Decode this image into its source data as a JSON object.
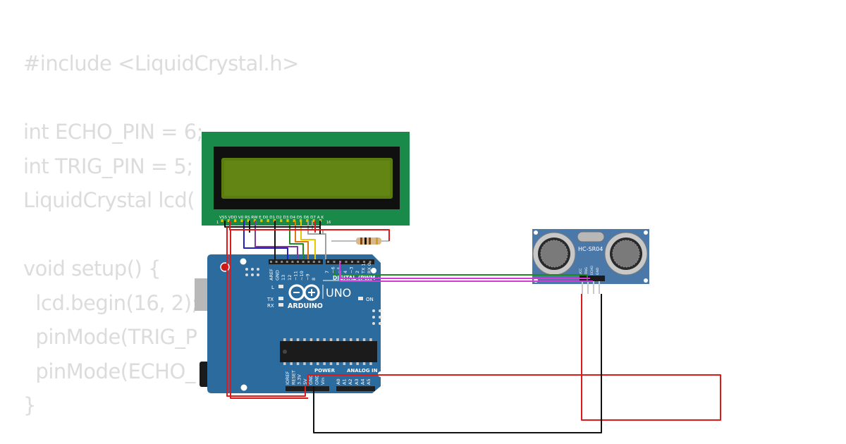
{
  "code_lines": [
    "#include <LiquidCrystal.h>",
    "",
    "int ECHO_PIN = 6;",
    "int TRIG_PIN = 5;",
    "LiquidCrystal lcd(",
    "",
    "void setup() {",
    "  lcd.begin(16, 2);",
    "  pinMode(TRIG_P",
    "  pinMode(ECHO_",
    "}"
  ],
  "lcd": {
    "pin_labels": "VSS VDD V0 RS RW E D0 D1 D2 D3 D4 D5 D6 D7 A K",
    "pin_first": "1",
    "pin_last": "16"
  },
  "sensor": {
    "model": "HC-SR04",
    "pins": [
      "VCC",
      "TRIG",
      "ECHO",
      "GND"
    ]
  },
  "arduino": {
    "brand": "ARDUINO",
    "model": "UNO",
    "digital_label": "DIGITAL (PWM ~)",
    "on_label": "ON",
    "l_label": "L",
    "tx_label": "TX",
    "rx_label": "RX",
    "power_label": "POWER",
    "analog_label": "ANALOG IN",
    "header_left": [
      "AREF",
      "GND",
      "13",
      "12",
      "~11",
      "~10",
      "~9",
      "8"
    ],
    "header_right": [
      "7",
      "~6",
      "~5",
      "4",
      "~3",
      "2",
      "TX 1",
      "RX 0"
    ],
    "power_pins": [
      "IOREF",
      "RESET",
      "3.3V",
      "5V",
      "GND",
      "GND",
      "Vin"
    ],
    "analog_pins": [
      "A0",
      "A1",
      "A2",
      "A3",
      "A4",
      "A5"
    ]
  },
  "colors": {
    "code_text": "#dcdcdc",
    "board": "#2b6b9e",
    "lcd_pcb": "#1a8a4a",
    "lcd_screen": "#5b7d10",
    "sensor_board": "#4a78a8",
    "wire_red": "#dd1a1a",
    "wire_black": "#111111",
    "wire_green": "#1f8a1f",
    "wire_magenta": "#d33ad3",
    "wire_blue": "#2222bb",
    "wire_purple": "#7a3aa0",
    "wire_yellow": "#e8c800",
    "wire_grey": "#a0a0a0"
  }
}
